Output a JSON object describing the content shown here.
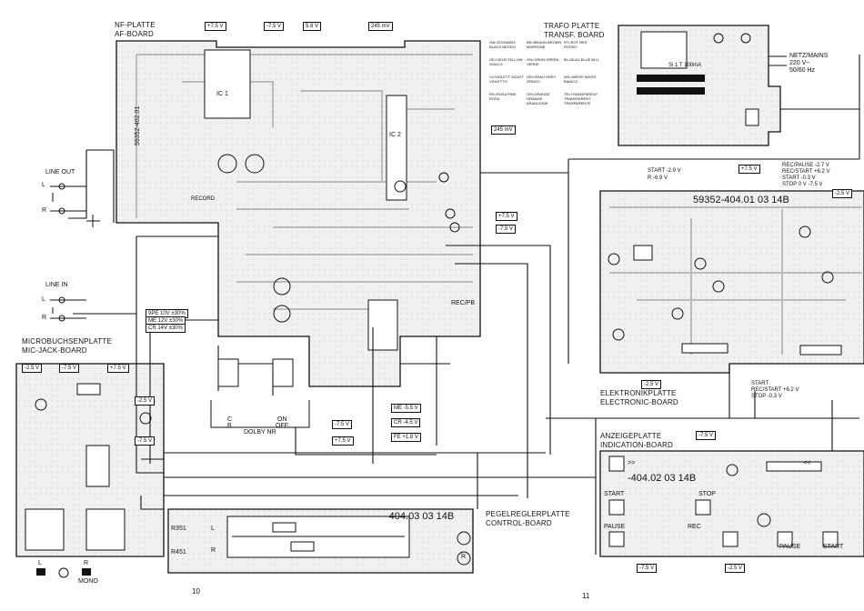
{
  "boards": {
    "nf": {
      "title_de": "NF-PLATTE",
      "title_en": "AF-BOARD",
      "partno": "59352-402.01",
      "ic1": "IC 1",
      "ic2": "IC 2",
      "rec_play": "REC/PB"
    },
    "trafo": {
      "title_de": "TRAFO PLATTE",
      "title_en": "TRANSF. BOARD",
      "mains": "NETZ/MAINS",
      "voltage": "220 V~",
      "freq": "50/60 Hz"
    },
    "elektronik": {
      "title_de": "ELEKTRONIKPLATTE",
      "title_en": "ELECTRONIC-BOARD",
      "partno": "59352-404.01 03 14B"
    },
    "mic": {
      "title_de": "MICROBUCHSENPLATTE",
      "title_en": "MIC-JACK-BOARD",
      "mono": "MONO",
      "l": "L",
      "r": "R"
    },
    "pegel": {
      "title_de": "PEGELREGLERPLATTE",
      "title_en": "CONTROL-BOARD",
      "partno": "-404.03 03 14B",
      "l": "L",
      "r": "R",
      "r_mark": "R",
      "r351": "R351",
      "r451": "R451"
    },
    "anzeige": {
      "title_de": "ANZEIGEPLATTE",
      "title_en": "INDICATION-BOARD",
      "partno": "-404.02 03 14B",
      "buttons": {
        "start": "START",
        "stop": "STOP",
        "rec": "REC",
        "pause": "PAUSE",
        "fwd": ">>",
        "rew": "<<"
      }
    }
  },
  "connectors": {
    "line_out": "LINE OUT",
    "line_in": "LINE IN",
    "l": "L",
    "r": "R"
  },
  "dolby": {
    "label": "DOLBY NR",
    "c": "C",
    "b": "B",
    "on": "ON",
    "off": "OFF"
  },
  "voltages": {
    "nf_top": [
      "+7.5 V",
      "-7.5 V",
      "5.8 V",
      "245 mV"
    ],
    "nf_mid": "245 mV",
    "nf_right": [
      "+7.5 V",
      "-7.5 V"
    ],
    "nf_bottom": [
      "-7.5 V",
      "+7.5 V"
    ],
    "mic": [
      "-2.5 V",
      "-7.5 V",
      "+7.5 V",
      "-2.5 V",
      "-7.5 V"
    ],
    "elec_top": [
      "+7.5 V",
      "-2.5 V"
    ],
    "elec_bottom": "-2.5 V",
    "anzeige": [
      "-7.5 V",
      "-7.5 V",
      "-2.5 V"
    ]
  },
  "status_tables": {
    "start_block": [
      "START -2.9 V",
      "R -6.9 V"
    ],
    "rec_pause": [
      "REC/PAUSE -2.7 V",
      "REC/START +6.2 V",
      "START -0.3 V",
      "STOP 0 V -7.5 V"
    ],
    "bottom": [
      "START",
      "REC/START +6.2 V",
      "STOP -0.3 V"
    ],
    "modes": [
      "ME -5.5 V",
      "CR -4.5 V",
      "FE +1.8 V"
    ]
  },
  "color_code": {
    "rows": [
      [
        "SW=SCHWARZ BLACK NEGRO",
        "BR=BRAUN BROWN MARRONE",
        "RT=ROT RED ROSSO"
      ],
      [
        "GE=GELB YELLOW GIALLO",
        "GN=GRÜN GREEN VERDE",
        "BL=BLAU BLUE BLU"
      ],
      [
        "VI=VIOLETT VIOLET VIOLETTO",
        "GR=GRAU GREY GRIGIO",
        "WS=WEISS WHITE BIANCO"
      ],
      [
        "RS=ROSA PINK ROSA",
        "OR=ORANGE ORANGE ARANCIONE",
        "TR=TRANSPARENT TRANSPARENT TRASPARENTE"
      ]
    ]
  },
  "small_labels": {
    "record": "RECORD",
    "bias": "9PE 10V ±30%",
    "eq": "ME 12V ±30%",
    "cr": "CR 14V ±30%",
    "fuse": "Si 1 T 100mA"
  },
  "pages": [
    "10",
    "11"
  ],
  "colors": {
    "ink": "#111111",
    "pcb": "#eeeeee",
    "trace": "#bbbbbb",
    "paper": "#ffffff"
  }
}
